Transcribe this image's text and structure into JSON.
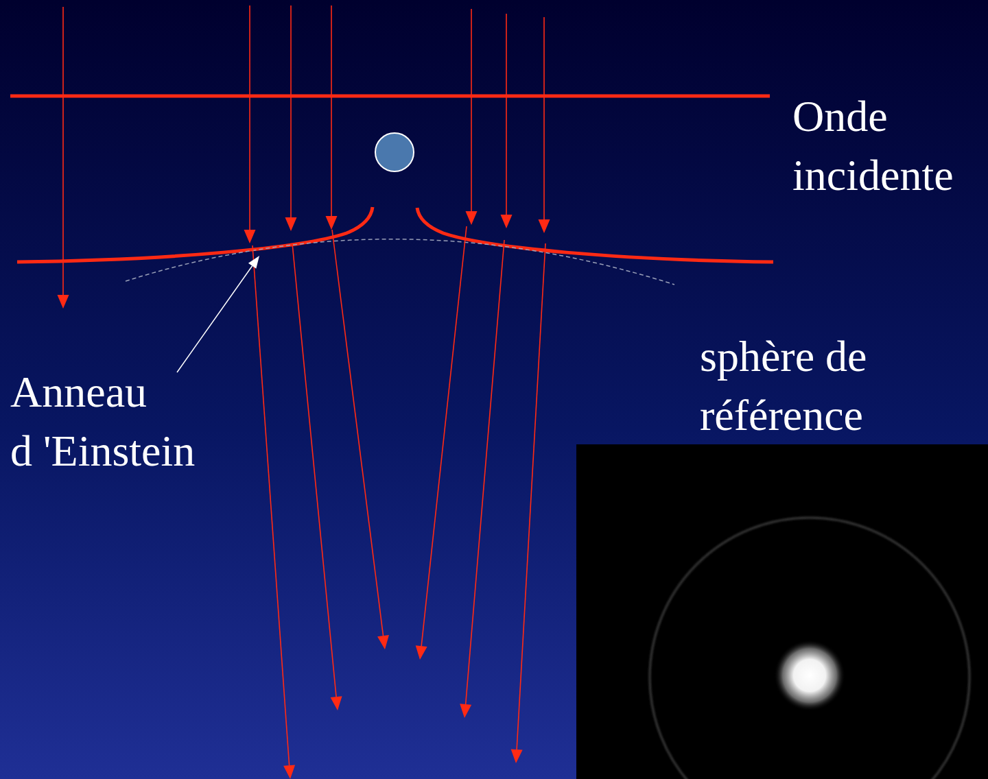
{
  "diagram": {
    "labels": [
      "Onde incidente",
      "sphère de référence",
      "Anneau d 'Einstein"
    ]
  }
}
